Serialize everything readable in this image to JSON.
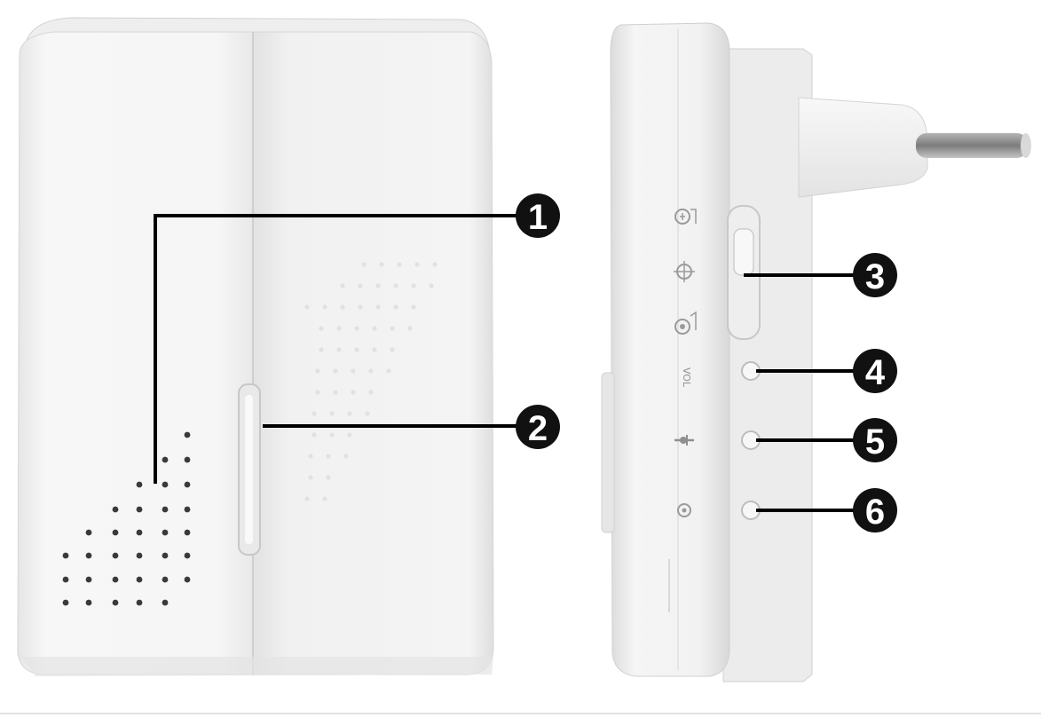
{
  "callouts": [
    {
      "number": "1",
      "part": "speaker-grille"
    },
    {
      "number": "2",
      "part": "led-light-strip"
    },
    {
      "number": "3",
      "part": "mode-selector-switch"
    },
    {
      "number": "4",
      "part": "volume-button"
    },
    {
      "number": "5",
      "part": "melody-button"
    },
    {
      "number": "6",
      "part": "pairing-button"
    }
  ],
  "side_labels": {
    "volume": "VOL"
  },
  "icons": {
    "mode_sound": "bell-sound-icon",
    "mode_light": "light-icon",
    "mode_both": "bell-light-icon",
    "melody": "music-note-icon",
    "pairing": "pairing-icon"
  },
  "colors": {
    "housing": "#f3f3f3",
    "housing_shadow": "#dcdcdc",
    "callout_fill": "#111111",
    "leader_line": "#000000",
    "plug_pin": "#8c8c8c"
  }
}
